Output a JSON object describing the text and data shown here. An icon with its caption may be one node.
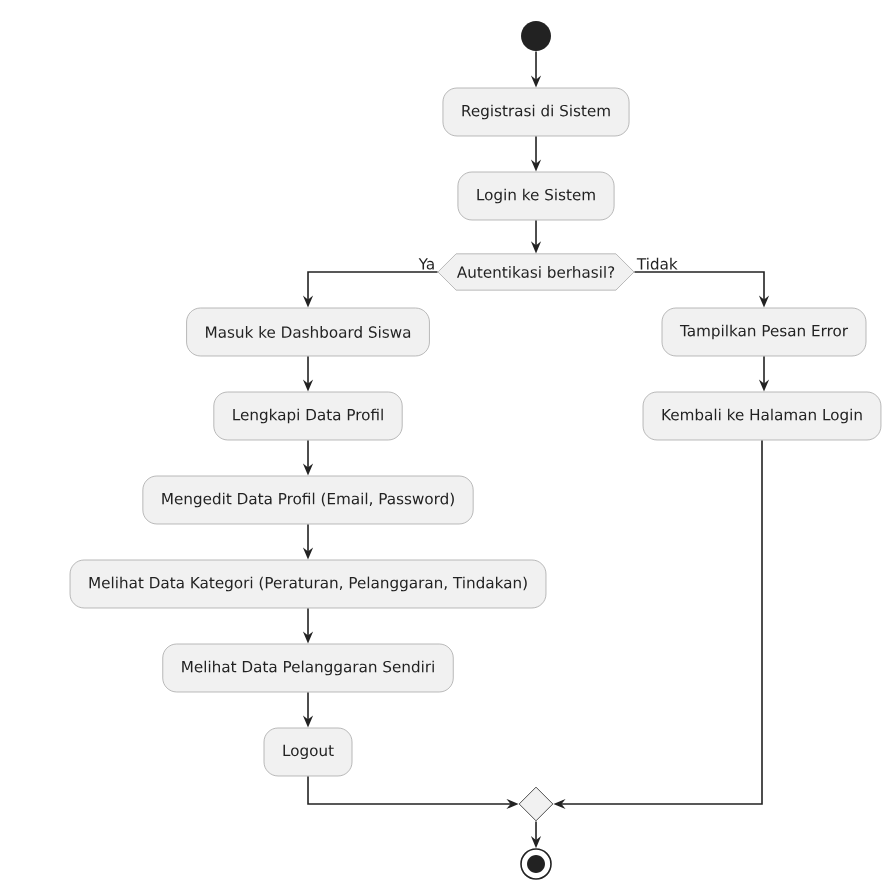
{
  "diagram": {
    "nodes": [
      {
        "text": [],
        "shape": "circle"
      },
      {
        "text": [
          "Registrasi di Sistem"
        ]
      },
      {
        "text": [
          "Login ke Sistem"
        ]
      },
      {
        "text": [
          "Autentikasi berhasil?"
        ]
      },
      {
        "text": [
          "Masuk ke Dashboard Siswa"
        ]
      },
      {
        "text": [
          "Lengkapi Data Profil"
        ]
      },
      {
        "text": [
          "Mengedit Data Profil (Email, Password)"
        ]
      },
      {
        "text": [
          "Melihat Data Kategori (Peraturan, Pelanggaran, Tindakan)"
        ]
      },
      {
        "text": [
          "Melihat Data Pelanggaran Sendiri"
        ]
      },
      {
        "text": [
          "Logout"
        ]
      },
      {
        "text": [
          "Tampilkan Pesan Error"
        ]
      },
      {
        "text": [
          "Kembali ke Halaman Login"
        ]
      },
      {
        "text": [],
        "shape": "diamond"
      },
      {
        "text": [],
        "shape": "end-circle"
      }
    ],
    "edges": [
      {
        "from": 0,
        "to": 1,
        "arrow": "to"
      },
      {
        "from": 1,
        "to": 2,
        "arrow": "to"
      },
      {
        "from": 2,
        "to": 3,
        "arrow": "to"
      },
      {
        "from": 3,
        "to": 4,
        "arrow": "to",
        "label": "Ya"
      },
      {
        "from": 4,
        "to": 5,
        "arrow": "to"
      },
      {
        "from": 5,
        "to": 6,
        "arrow": "to"
      },
      {
        "from": 6,
        "to": 7,
        "arrow": "to"
      },
      {
        "from": 7,
        "to": 8,
        "arrow": "to"
      },
      {
        "from": 8,
        "to": 9,
        "arrow": "to"
      },
      {
        "from": 3,
        "to": 10,
        "arrow": "to",
        "label": "Tidak"
      },
      {
        "from": 10,
        "to": 11,
        "arrow": "to"
      },
      {
        "from": 9,
        "to": 12,
        "arrow": "to"
      },
      {
        "from": 11,
        "to": 12,
        "arrow": "to"
      },
      {
        "from": 12,
        "to": 13,
        "arrow": "to"
      }
    ]
  }
}
